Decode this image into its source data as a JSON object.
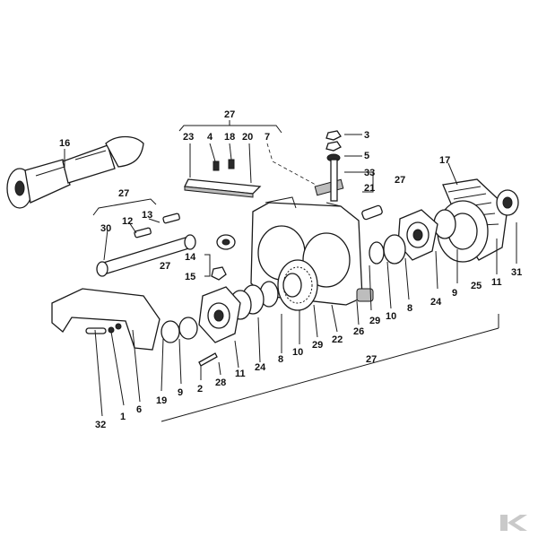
{
  "callouts": [
    "27",
    "16",
    "23",
    "4",
    "18",
    "20",
    "7",
    "3",
    "5",
    "33",
    "27",
    "21",
    "17",
    "27",
    "13",
    "12",
    "30",
    "14",
    "27",
    "15",
    "31",
    "11",
    "25",
    "9",
    "24",
    "8",
    "10",
    "29",
    "26",
    "22",
    "29",
    "10",
    "8",
    "24",
    "11",
    "28",
    "2",
    "9",
    "19",
    "6",
    "1",
    "32",
    "27"
  ]
}
